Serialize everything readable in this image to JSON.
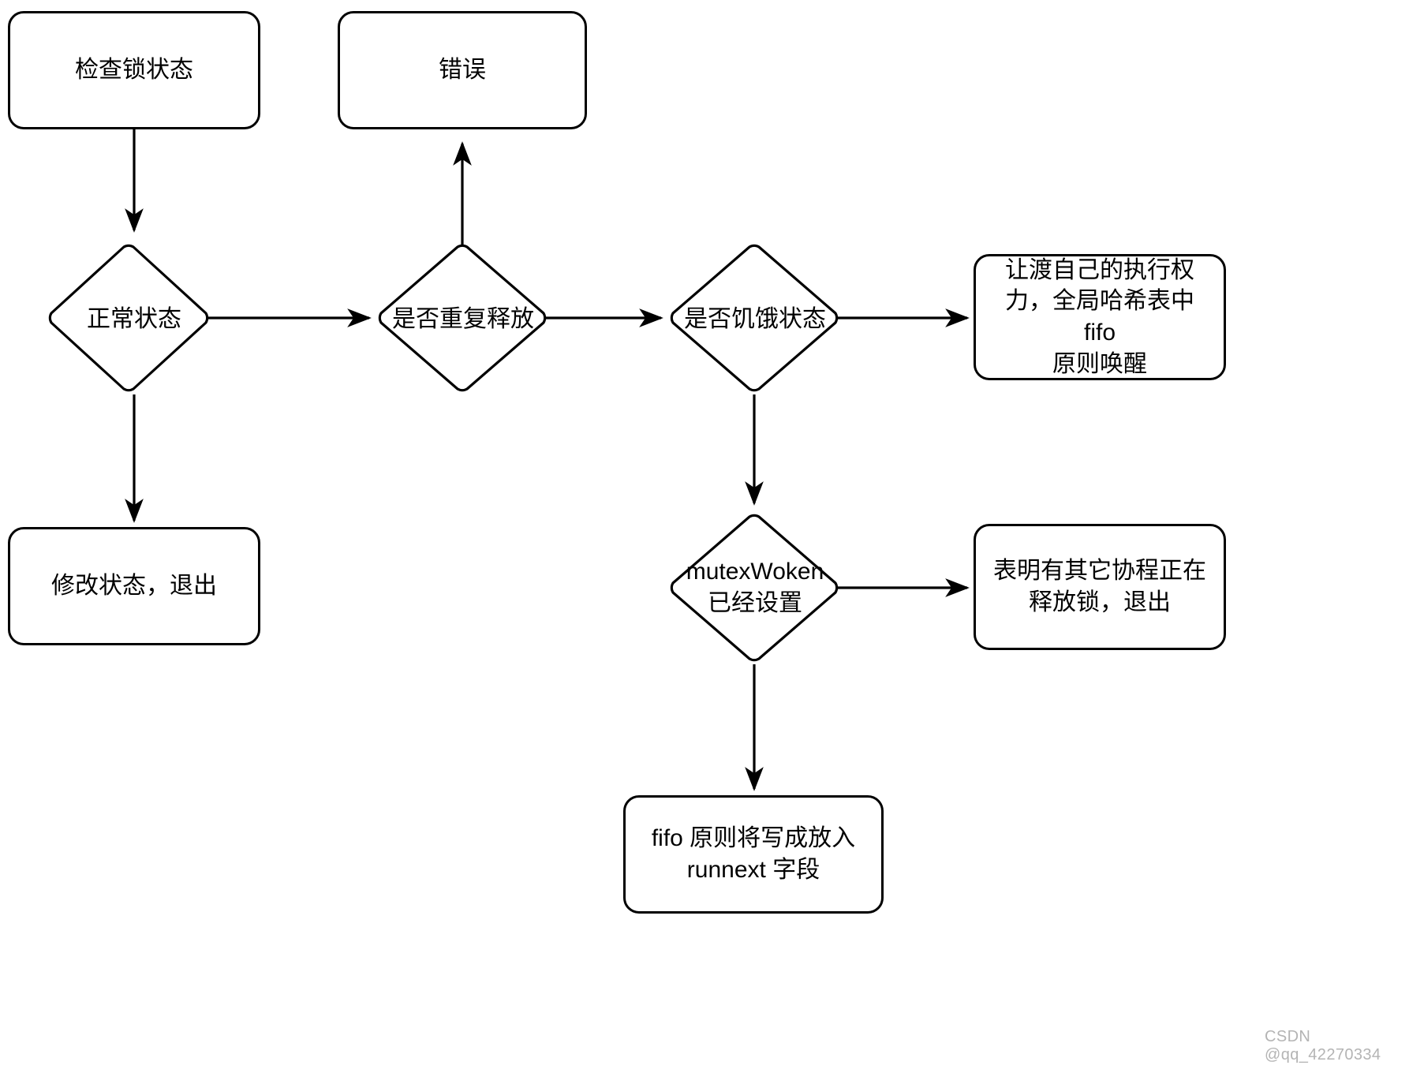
{
  "diagram": {
    "type": "flowchart",
    "title": "",
    "background_color": "#ffffff",
    "stroke_color": "#000000",
    "text_color": "#000000",
    "nodes": [
      {
        "id": "check_lock",
        "shape": "rounded-rect",
        "label": "检查锁状态"
      },
      {
        "id": "error",
        "shape": "rounded-rect",
        "label": "错误"
      },
      {
        "id": "normal_state",
        "shape": "diamond",
        "label": "正常状态"
      },
      {
        "id": "repeat_release",
        "shape": "diamond",
        "label": "是否重复释放"
      },
      {
        "id": "starving",
        "shape": "diamond",
        "label": "是否饥饿状态"
      },
      {
        "id": "modify_exit",
        "shape": "rounded-rect",
        "label": "修改状态，退出"
      },
      {
        "id": "yield_fifo",
        "shape": "rounded-rect",
        "label": "让渡自己的执行权力，全局哈希表中 fifo 原则唤醒"
      },
      {
        "id": "mutex_woken",
        "shape": "diamond",
        "label": "mutexWoken\n已经设置"
      },
      {
        "id": "other_g_exit",
        "shape": "rounded-rect",
        "label": "表明有其它协程正在释放锁，退出"
      },
      {
        "id": "runnext",
        "shape": "rounded-rect",
        "label": "fifo 原则将写成放入 runnext 字段"
      }
    ],
    "edges": [
      {
        "from": "check_lock",
        "to": "normal_state",
        "label": "",
        "direction": "down"
      },
      {
        "from": "normal_state",
        "to": "repeat_release",
        "label": "",
        "direction": "right"
      },
      {
        "from": "normal_state",
        "to": "modify_exit",
        "label": "",
        "direction": "down"
      },
      {
        "from": "repeat_release",
        "to": "error",
        "label": "",
        "direction": "up"
      },
      {
        "from": "repeat_release",
        "to": "starving",
        "label": "",
        "direction": "right"
      },
      {
        "from": "starving",
        "to": "yield_fifo",
        "label": "",
        "direction": "right"
      },
      {
        "from": "starving",
        "to": "mutex_woken",
        "label": "",
        "direction": "down"
      },
      {
        "from": "mutex_woken",
        "to": "other_g_exit",
        "label": "",
        "direction": "right"
      },
      {
        "from": "mutex_woken",
        "to": "runnext",
        "label": "",
        "direction": "down"
      }
    ]
  },
  "labels": {
    "check_lock": "检查锁状态",
    "error": "错误",
    "normal_state": "正常状态",
    "repeat_release": "是否重复释放",
    "starving": "是否饥饿状态",
    "modify_exit": "修改状态，退出",
    "yield_fifo_l1": "让渡自己的执行权",
    "yield_fifo_l2": "力，全局哈希表中 fifo",
    "yield_fifo_l3": "原则唤醒",
    "mutex_woken_l1": "mutexWoken",
    "mutex_woken_l2": "已经设置",
    "other_g_exit_l1": "表明有其它协程正在",
    "other_g_exit_l2": "释放锁，退出",
    "runnext_l1": "fifo 原则将写成放入",
    "runnext_l2": "runnext 字段"
  },
  "watermark": {
    "text": "CSDN @qq_42270334",
    "color": "#b4b4b4"
  }
}
